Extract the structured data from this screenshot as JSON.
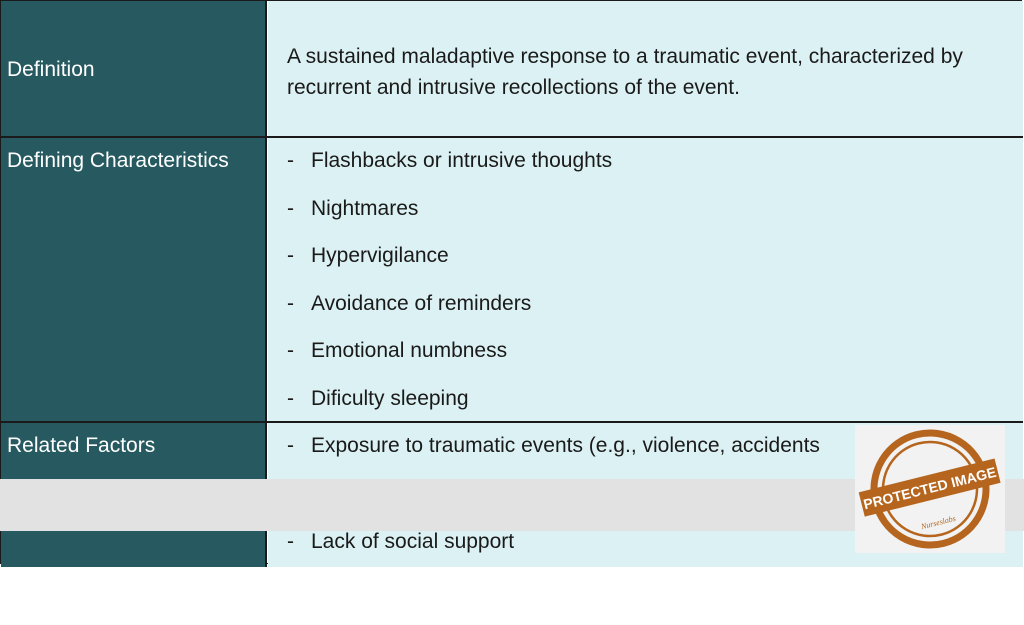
{
  "rows": [
    {
      "label": "Definition",
      "text": "A sustained maladaptive response to a traumatic event, characterized by recurrent and intrusive recollections of the event."
    },
    {
      "label": "Defining Characteristics",
      "items": [
        "Flashbacks or intrusive thoughts",
        "Nightmares",
        "Hypervigilance",
        "Avoidance of reminders",
        "Emotional numbness",
        "Dificulty sleeping"
      ]
    },
    {
      "label": "Related Factors",
      "items": [
        "Exposure to traumatic events (e.g., violence, accidents",
        "Lack of social support"
      ]
    }
  ],
  "bullet": "-",
  "stamp": {
    "text": "PROTECTED IMAGE",
    "sub_text": "Nurseslabs",
    "color": "#b5651d"
  },
  "colors": {
    "label_bg": "#265a60",
    "content_bg": "#dcf1f3"
  }
}
